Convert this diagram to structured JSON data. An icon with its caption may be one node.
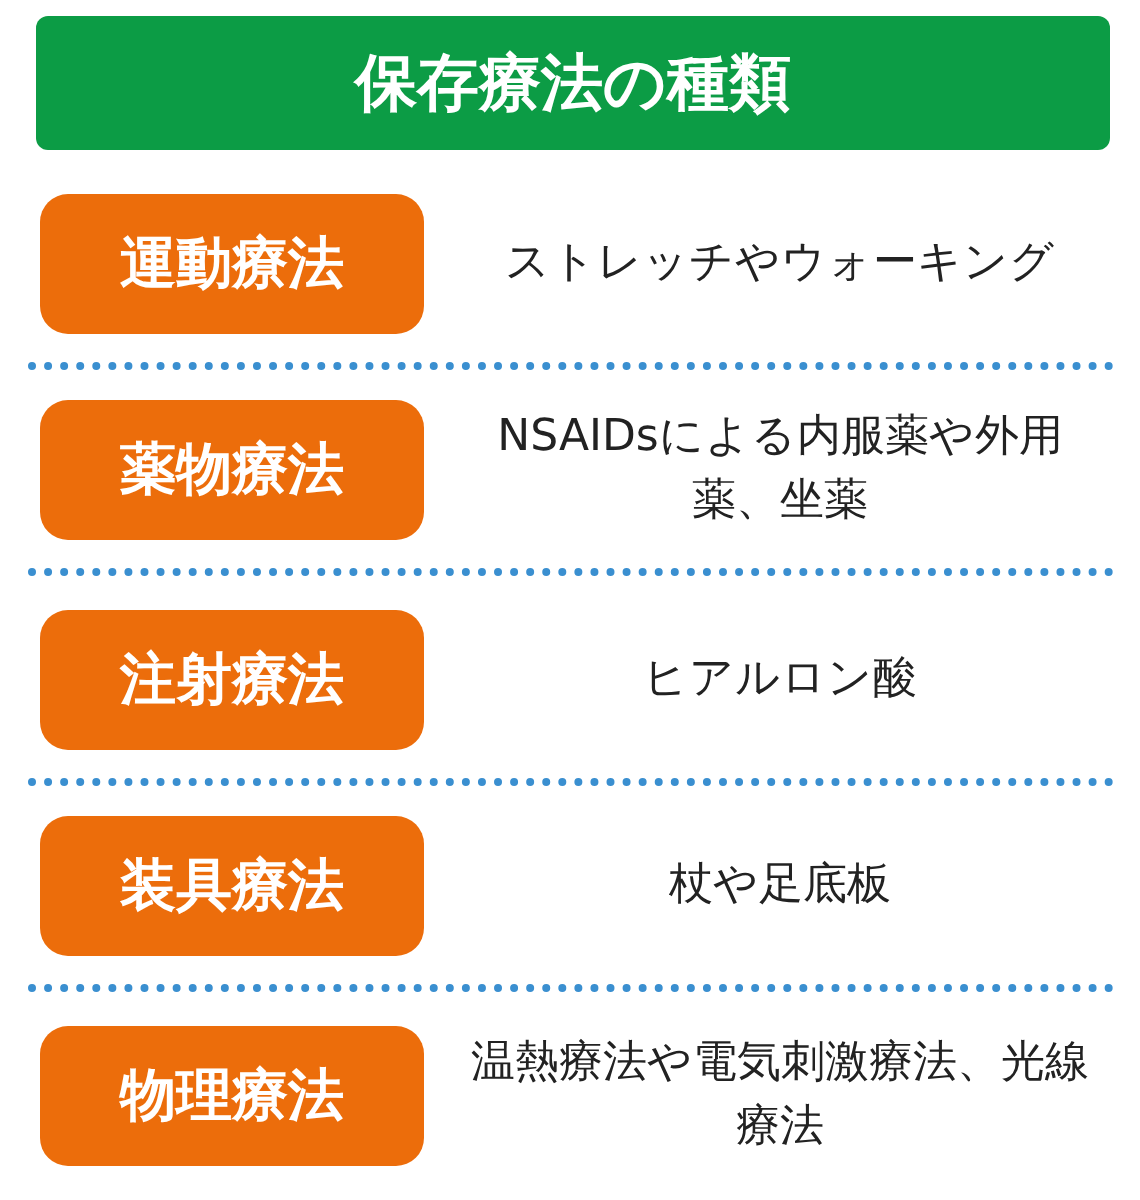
{
  "diagram": {
    "title": "保存療法の種類",
    "nodes": [
      {
        "text": [
          "運動療法"
        ]
      },
      {
        "text": [
          "薬物療法"
        ]
      },
      {
        "text": [
          "注射療法"
        ]
      },
      {
        "text": [
          "装具療法"
        ]
      },
      {
        "text": [
          "物理療法"
        ]
      }
    ],
    "labels": [
      "ストレッチやウォーキング",
      "NSAIDsによる内服薬や外用薬、坐薬",
      "ヒアルロン酸",
      "杖や足底板",
      "温熱療法や電気刺激療法、光線療法"
    ]
  }
}
